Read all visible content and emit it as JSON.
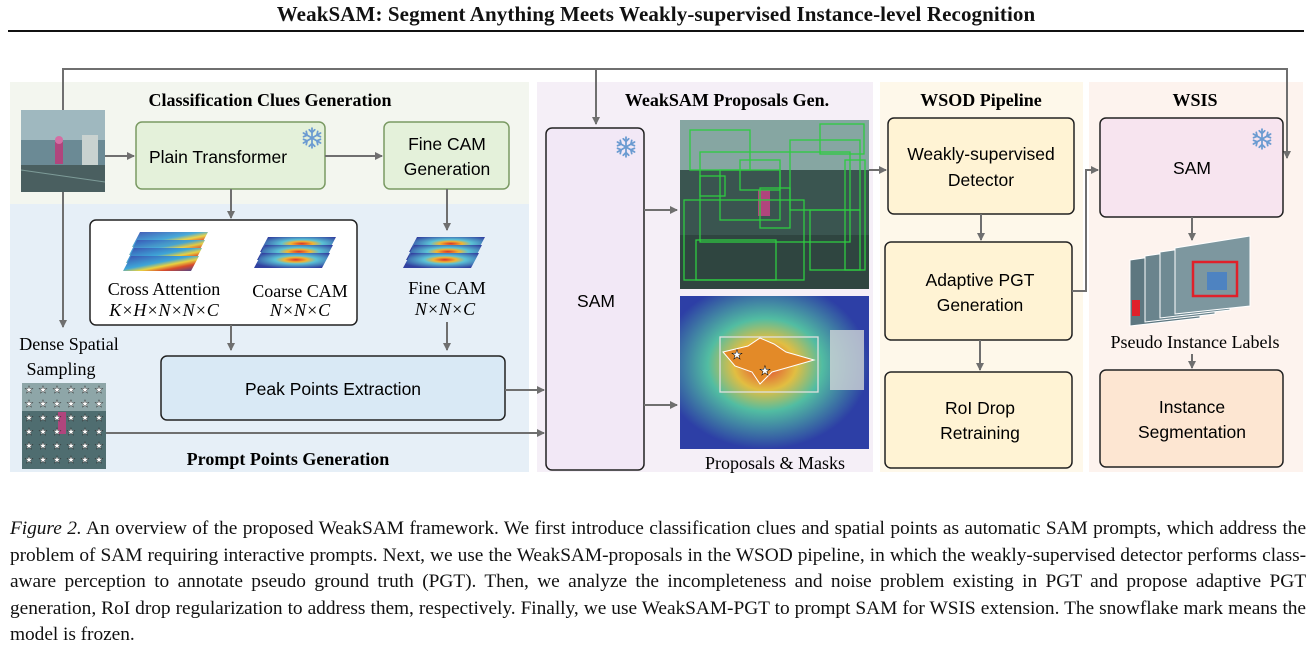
{
  "header": {
    "title": "WeakSAM: Segment Anything Meets Weakly-supervised Instance-level Recognition"
  },
  "figure": {
    "section_titles": {
      "classification": "Classification Clues Generation",
      "prompt_points": "Prompt Points Generation",
      "proposals": "WeakSAM Proposals Gen.",
      "wsod": "WSOD Pipeline",
      "wsis": "WSIS"
    },
    "boxes": {
      "plain_transformer": "Plain Transformer",
      "fine_cam_gen_line1": "Fine CAM",
      "fine_cam_gen_line2": "Generation",
      "peak_points": "Peak Points Extraction",
      "sam_center": "SAM",
      "wsd_line1": "Weakly-supervised",
      "wsd_line2": "Detector",
      "apgt_line1": "Adaptive PGT",
      "apgt_line2": "Generation",
      "roi_line1": "RoI Drop",
      "roi_line2": "Retraining",
      "sam_wsis": "SAM",
      "inst_line1": "Instance",
      "inst_line2": "Segmentation"
    },
    "labels": {
      "cross_attention": "Cross Attention",
      "cross_attention_dims": "K×H×N×N×C",
      "coarse_cam": "Coarse CAM",
      "coarse_cam_dims": "N×N×C",
      "fine_cam": "Fine CAM",
      "fine_cam_dims": "N×N×C",
      "dense_line1": "Dense Spatial",
      "dense_line2": "Sampling",
      "proposals_masks": "Proposals & Masks",
      "pseudo_labels": "Pseudo Instance Labels"
    },
    "icons": [
      "snowflake-icon",
      "image-thumbnail",
      "heatmap-stack"
    ],
    "colors": {
      "box_green": "#e4f1da",
      "box_green_border": "#7a9a63",
      "box_blue": "#d9e9f5",
      "box_purple": "#f2e8f6",
      "box_yellow": "#fff3d4",
      "box_pink": "#f7e4ef",
      "box_peach": "#fde6d2",
      "snowflake": "#6b9bd1"
    }
  },
  "caption": {
    "label": "Figure 2.",
    "text": "An overview of the proposed WeakSAM framework. We first introduce classification clues and spatial points as automatic SAM prompts, which address the problem of SAM requiring interactive prompts. Next, we use the WeakSAM-proposals in the WSOD pipeline, in which the weakly-supervised detector performs class-aware perception to annotate pseudo ground truth (PGT). Then, we analyze the incompleteness and noise problem existing in PGT and propose adaptive PGT generation, RoI drop regularization to address them, respectively. Finally, we use WeakSAM-PGT to prompt SAM for WSIS extension. The snowflake mark means the model is frozen."
  }
}
